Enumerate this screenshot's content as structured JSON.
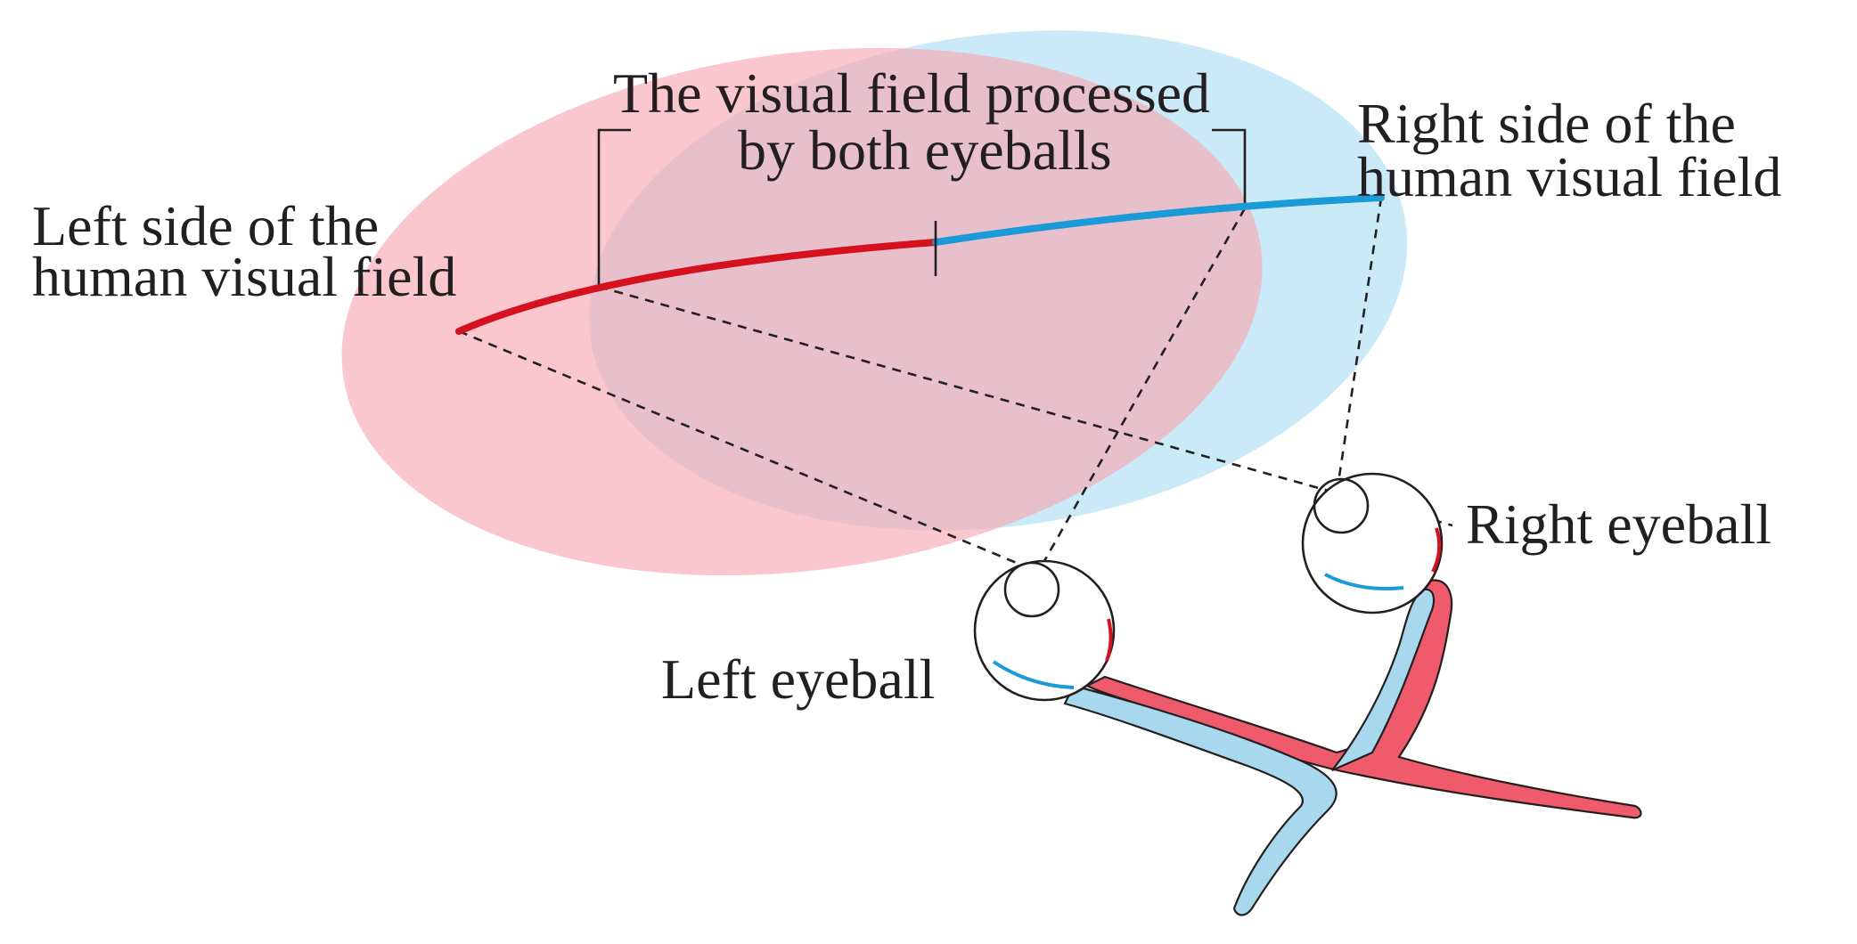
{
  "labels": {
    "binocular_line1": "The visual field processed",
    "binocular_line2": "by both eyeballs",
    "left_field_line1": "Left side of the",
    "left_field_line2": "human visual field",
    "right_field_line1": "Right side of the",
    "right_field_line2": "human visual field",
    "left_eyeball": "Left eyeball",
    "right_eyeball": "Right eyeball"
  },
  "colors": {
    "left_field_fill": "#f7a9b6",
    "right_field_fill": "#a6dcf2",
    "overlap_fill": "#c8a6b6",
    "left_arc": "#d5101f",
    "right_arc": "#1a9ad6",
    "nerve_red": "#ef5b6b",
    "nerve_blue": "#a8d8ee",
    "ink": "#231f20"
  }
}
